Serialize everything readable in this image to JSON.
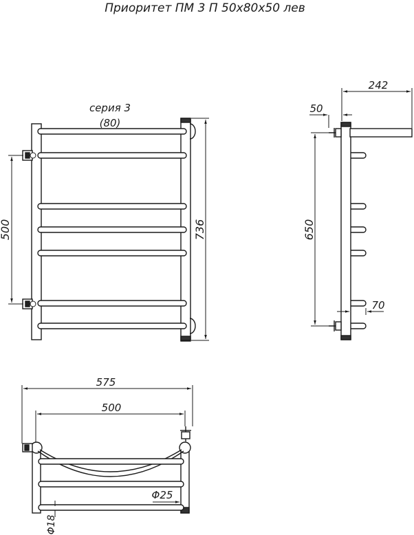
{
  "title": "Приоритет ПМ 3 П 50х80х50 лев",
  "series": {
    "line1": "серия 3",
    "line2": "(80)"
  },
  "front_view": {
    "height_label": "736",
    "connection_label": "500"
  },
  "side_view": {
    "depth_label": "242",
    "wall_offset_label": "50",
    "connection_label": "650",
    "bar_depth_label": "70"
  },
  "top_view": {
    "width_label": "575",
    "connection_label": "500",
    "pipe_diameter_label": "Φ25",
    "bar_diameter_label": "Φ18"
  }
}
